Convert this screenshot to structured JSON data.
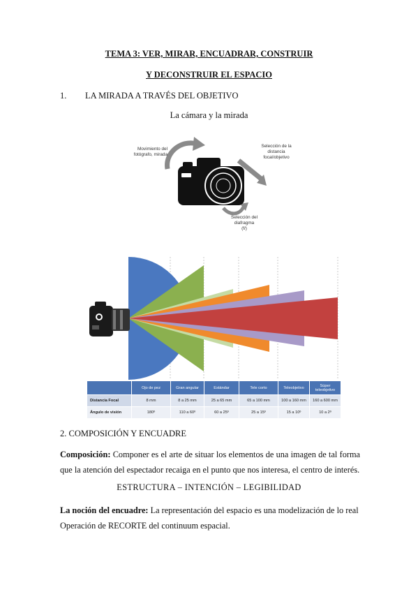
{
  "header": {
    "title_line1": "TEMA 3: VER, MIRAR, ENCUADRAR, CONSTRUIR",
    "title_line2": "Y DECONSTRUIR EL ESPACIO"
  },
  "section1": {
    "number": "1.",
    "title": "LA MIRADA A TRAVÉS DEL OBJETIVO",
    "caption": "La cámara y la mirada",
    "diagram_labels": {
      "movement": [
        "Movimiento del",
        "fotógrafo, mirada"
      ],
      "focal": [
        "Selección de la",
        "distancia",
        "focal/objetivo"
      ],
      "aperture": [
        "Selección del",
        "diafragma",
        "(f/)"
      ]
    }
  },
  "lens_chart": {
    "colors": {
      "ojo": "#4a78c0",
      "gran_angular": "#8bb04f",
      "gran_angular_light": "#c5dba4",
      "estandar": "#f08a2c",
      "tele_corto": "#a89ac8",
      "teleobjetivo": "#c2413f"
    },
    "table": {
      "headers": [
        "",
        "Ojo de pez",
        "Gran angular",
        "Estándar",
        "Tele corto",
        "Teleobjetivo",
        "Súper teleobjetivo"
      ],
      "rows": [
        [
          "Distancia Focal",
          "8 mm",
          "8 a 25 mm",
          "25 a 65 mm",
          "65 a 100 mm",
          "100 a 160 mm",
          "160 a 600 mm"
        ],
        [
          "Ángulo de visión",
          "180º",
          "110 a 60º",
          "60 a 25º",
          "25 a 15º",
          "15 a 10º",
          "10 a 2º"
        ]
      ]
    }
  },
  "section2": {
    "title": "2. COMPOSICIÓN Y ENCUADRE",
    "composicion_label": "Composición:",
    "composicion_text": " Componer es el arte de situar los elementos de una imagen de tal forma que la atención del espectador recaiga en el punto que nos interesa, el centro de interés.",
    "estructura": "ESTRUCTURA – INTENCIÓN – LEGIBILIDAD",
    "encuadre_label": "La noción del encuadre:",
    "encuadre_text_1": " La representación del espacio es una modelización de lo real",
    "encuadre_text_2": "Operación de RECORTE del continuum espacial."
  }
}
